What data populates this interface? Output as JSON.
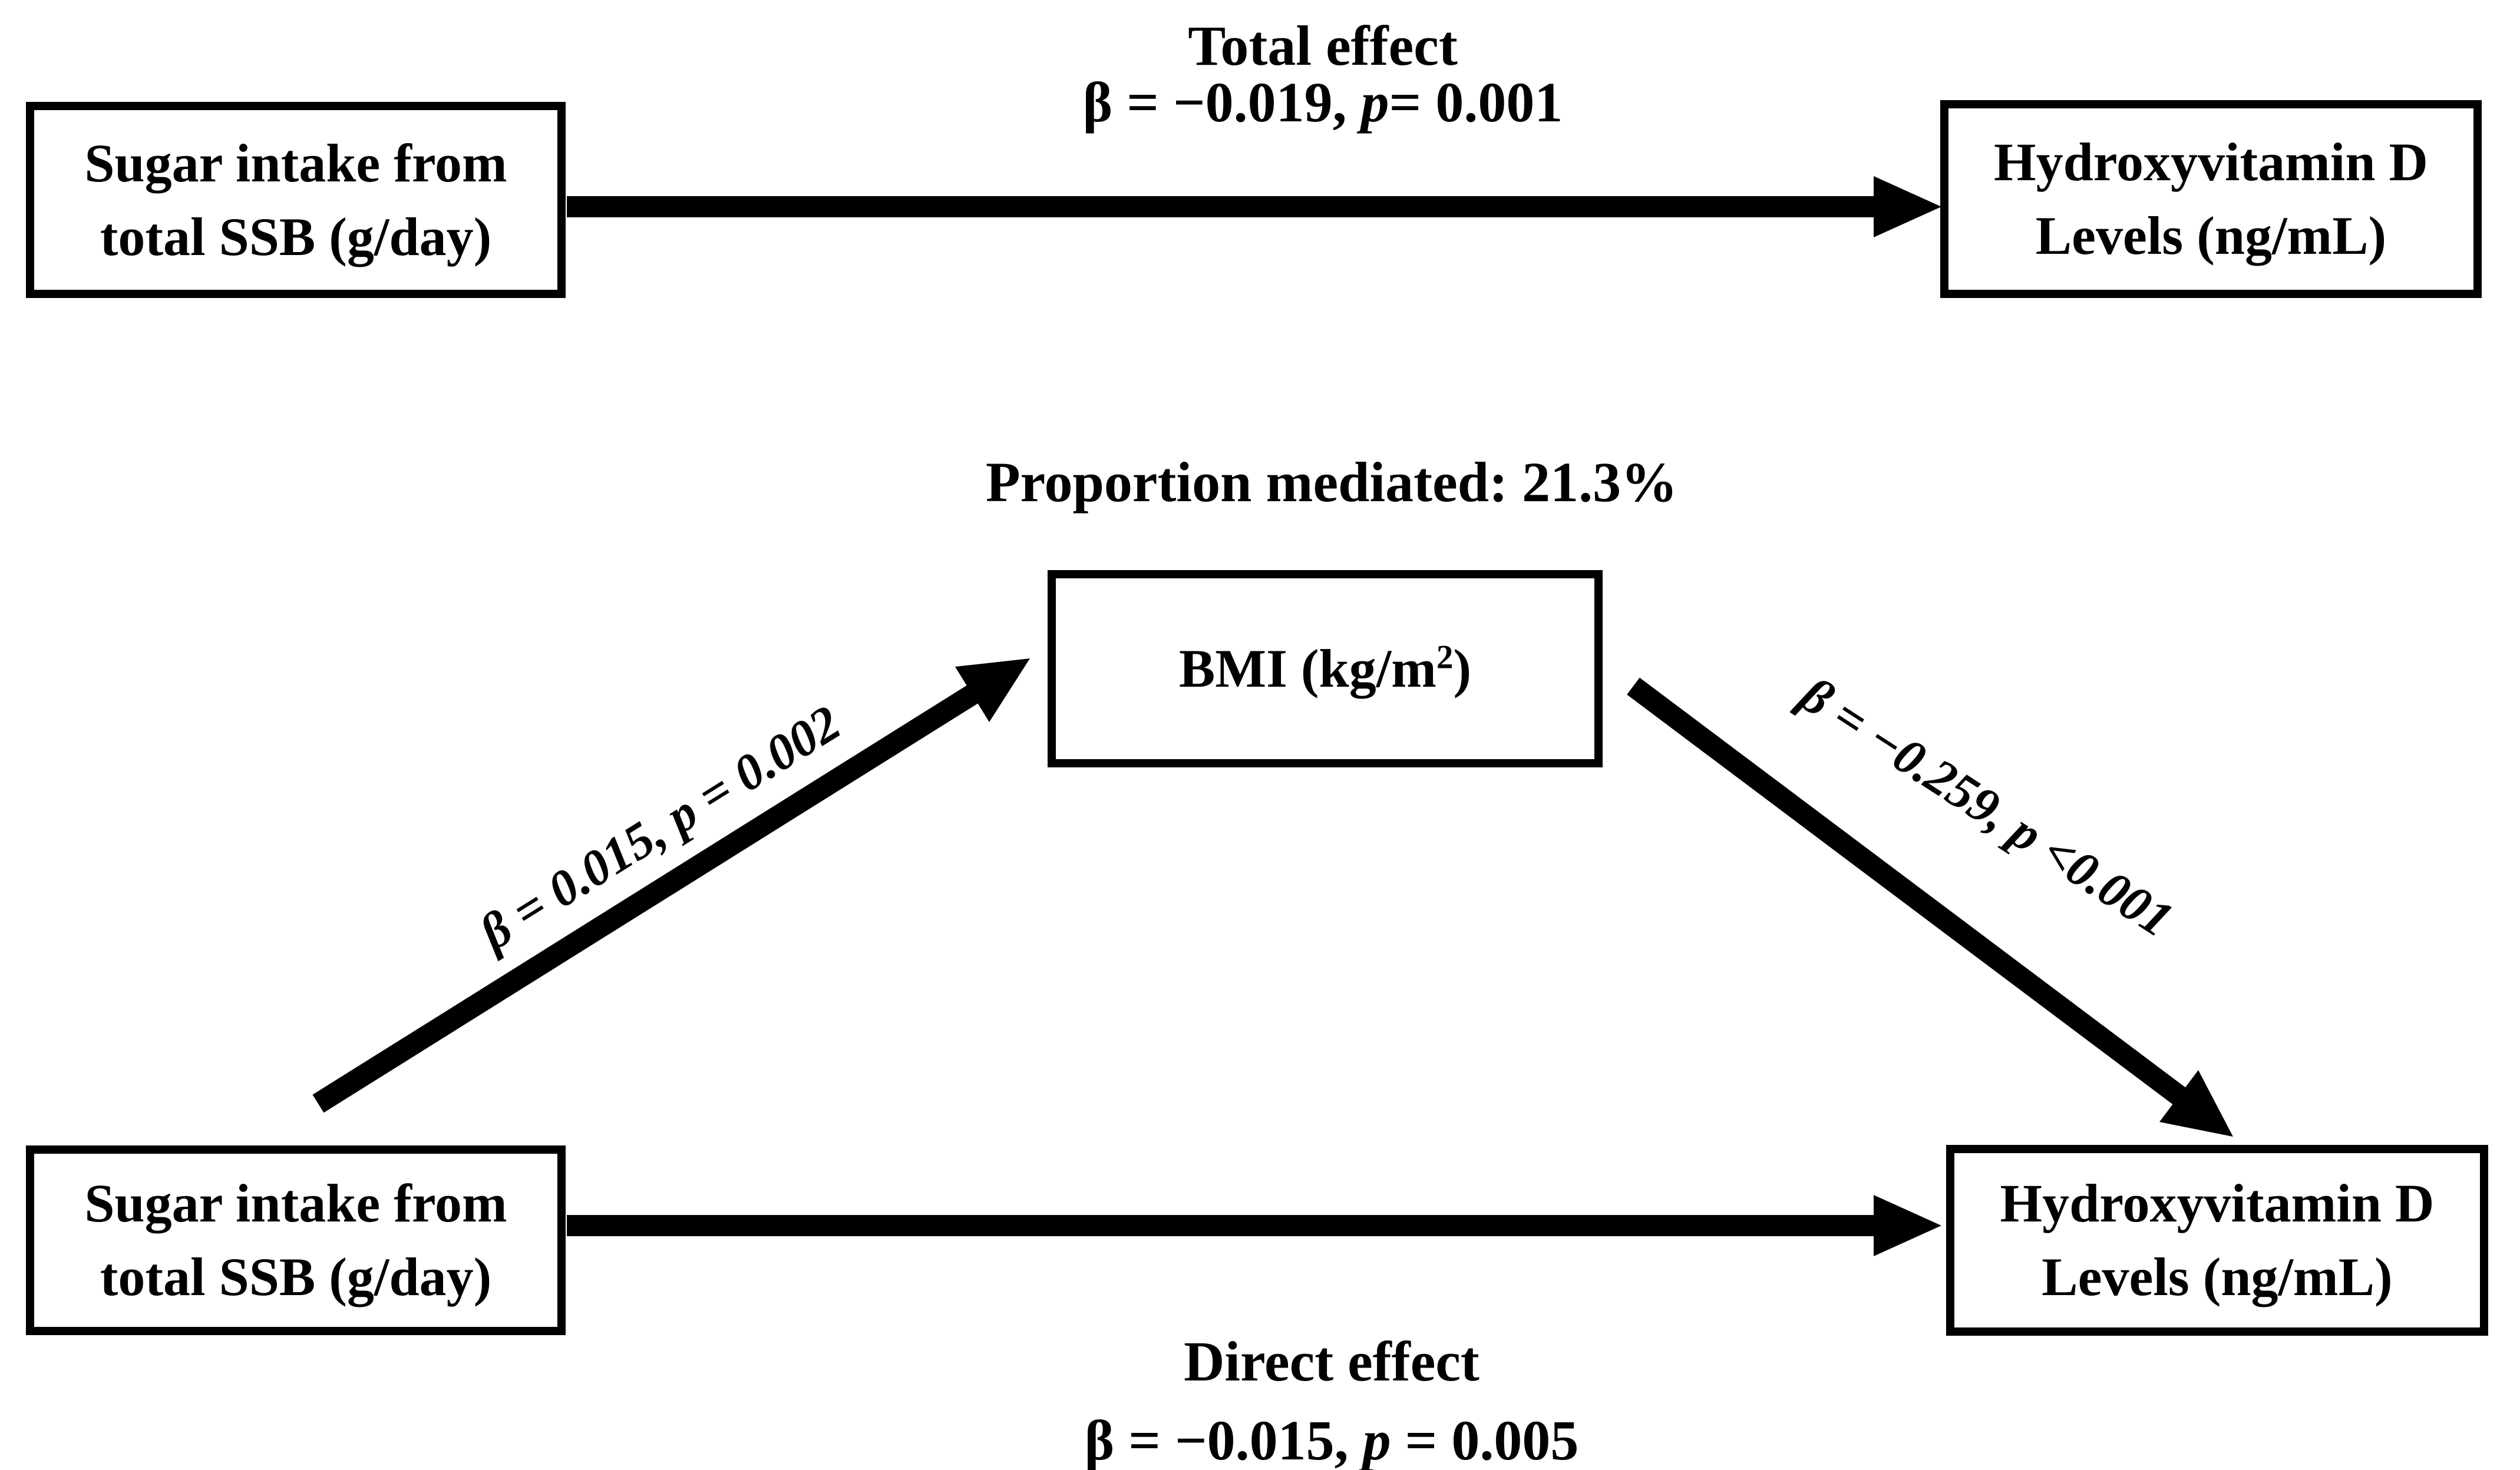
{
  "colors": {
    "ink": "#000000",
    "paper": "#ffffff"
  },
  "top_panel": {
    "effect_title": "Total effect",
    "effect_stat": {
      "before_p": "β = −0.019, ",
      "p": "p",
      "after_p": "= 0.001"
    },
    "exposure_box": {
      "line1": "Sugar intake from",
      "line2": "total SSB (g/day)"
    },
    "outcome_box": {
      "line1": "Hydroxyvitamin D",
      "line2": "Levels (ng/mL)"
    }
  },
  "mediation_panel": {
    "proportion_mediated": "Proportion mediated: 21.3%",
    "mediator_box": {
      "text_before_sup": "BMI (kg/m",
      "sup": "2",
      "text_after_sup": ")"
    },
    "path_a_stat": {
      "before_p": "β = 0.015, ",
      "p": "p",
      "after_p": " = 0.002"
    },
    "path_b_stat": {
      "before_p": "β = −0.259, ",
      "p": "p",
      "after_p": " <0.001"
    },
    "exposure_box": {
      "line1": "Sugar intake from",
      "line2": "total SSB (g/day)"
    },
    "outcome_box": {
      "line1": "Hydroxyvitamin D",
      "line2": "Levels (ng/mL)"
    },
    "direct_title": "Direct effect",
    "direct_stat": {
      "before_p": "β = −0.015, ",
      "p": "p",
      "after_p": " = 0.005"
    }
  }
}
